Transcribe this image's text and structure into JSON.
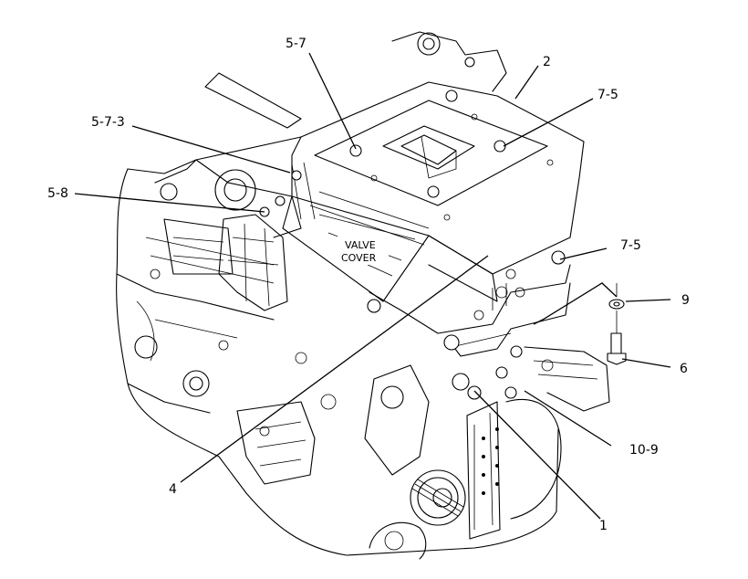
{
  "callouts": [
    {
      "id": "5-7",
      "label": "5-7"
    },
    {
      "id": "2",
      "label": "2"
    },
    {
      "id": "5-7-3",
      "label": "5-7-3"
    },
    {
      "id": "7-5-top",
      "label": "7-5"
    },
    {
      "id": "5-8",
      "label": "5-8"
    },
    {
      "id": "7-5-side",
      "label": "7-5"
    },
    {
      "id": "9",
      "label": "9"
    },
    {
      "id": "6",
      "label": "6"
    },
    {
      "id": "10-9",
      "label": "10-9"
    },
    {
      "id": "4",
      "label": "4"
    },
    {
      "id": "1",
      "label": "1"
    }
  ],
  "annotation": {
    "line1": "VALVE",
    "line2": "COVER"
  }
}
